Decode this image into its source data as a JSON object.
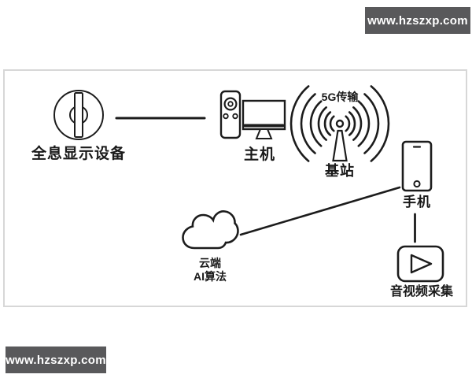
{
  "watermark": {
    "text": "www.hzszxp.com"
  },
  "colors": {
    "line": "#1c1c1c",
    "frame_border": "#d7d7d7",
    "watermark_background": "#59595b",
    "watermark_text": "#ffffff",
    "page_background": "#ffffff"
  },
  "diagram": {
    "nodes": {
      "holographic_display": {
        "label": "全息显示设备",
        "icon": "holographic-fan-icon"
      },
      "host": {
        "label": "主机",
        "icon": "remote-and-monitor-icon"
      },
      "signal": {
        "label": "5G传输",
        "icon": "wifi-waves-icon"
      },
      "base_station": {
        "label": "基站",
        "icon": "antenna-mast-icon"
      },
      "phone": {
        "label": "手机",
        "icon": "smartphone-icon"
      },
      "cloud": {
        "label_line1": "云端",
        "label_line2": "AI算法",
        "icon": "cloud-icon"
      },
      "av_capture": {
        "label": "音视频采集",
        "icon": "play-button-icon"
      }
    },
    "connections": [
      {
        "from": "holographic_display",
        "to": "host",
        "style": "solid-line"
      },
      {
        "from": "base_station",
        "to": "phone",
        "style": "radio-waves"
      },
      {
        "from": "cloud",
        "to": "phone",
        "style": "solid-line"
      },
      {
        "from": "phone",
        "to": "av_capture",
        "style": "solid-line"
      }
    ]
  }
}
